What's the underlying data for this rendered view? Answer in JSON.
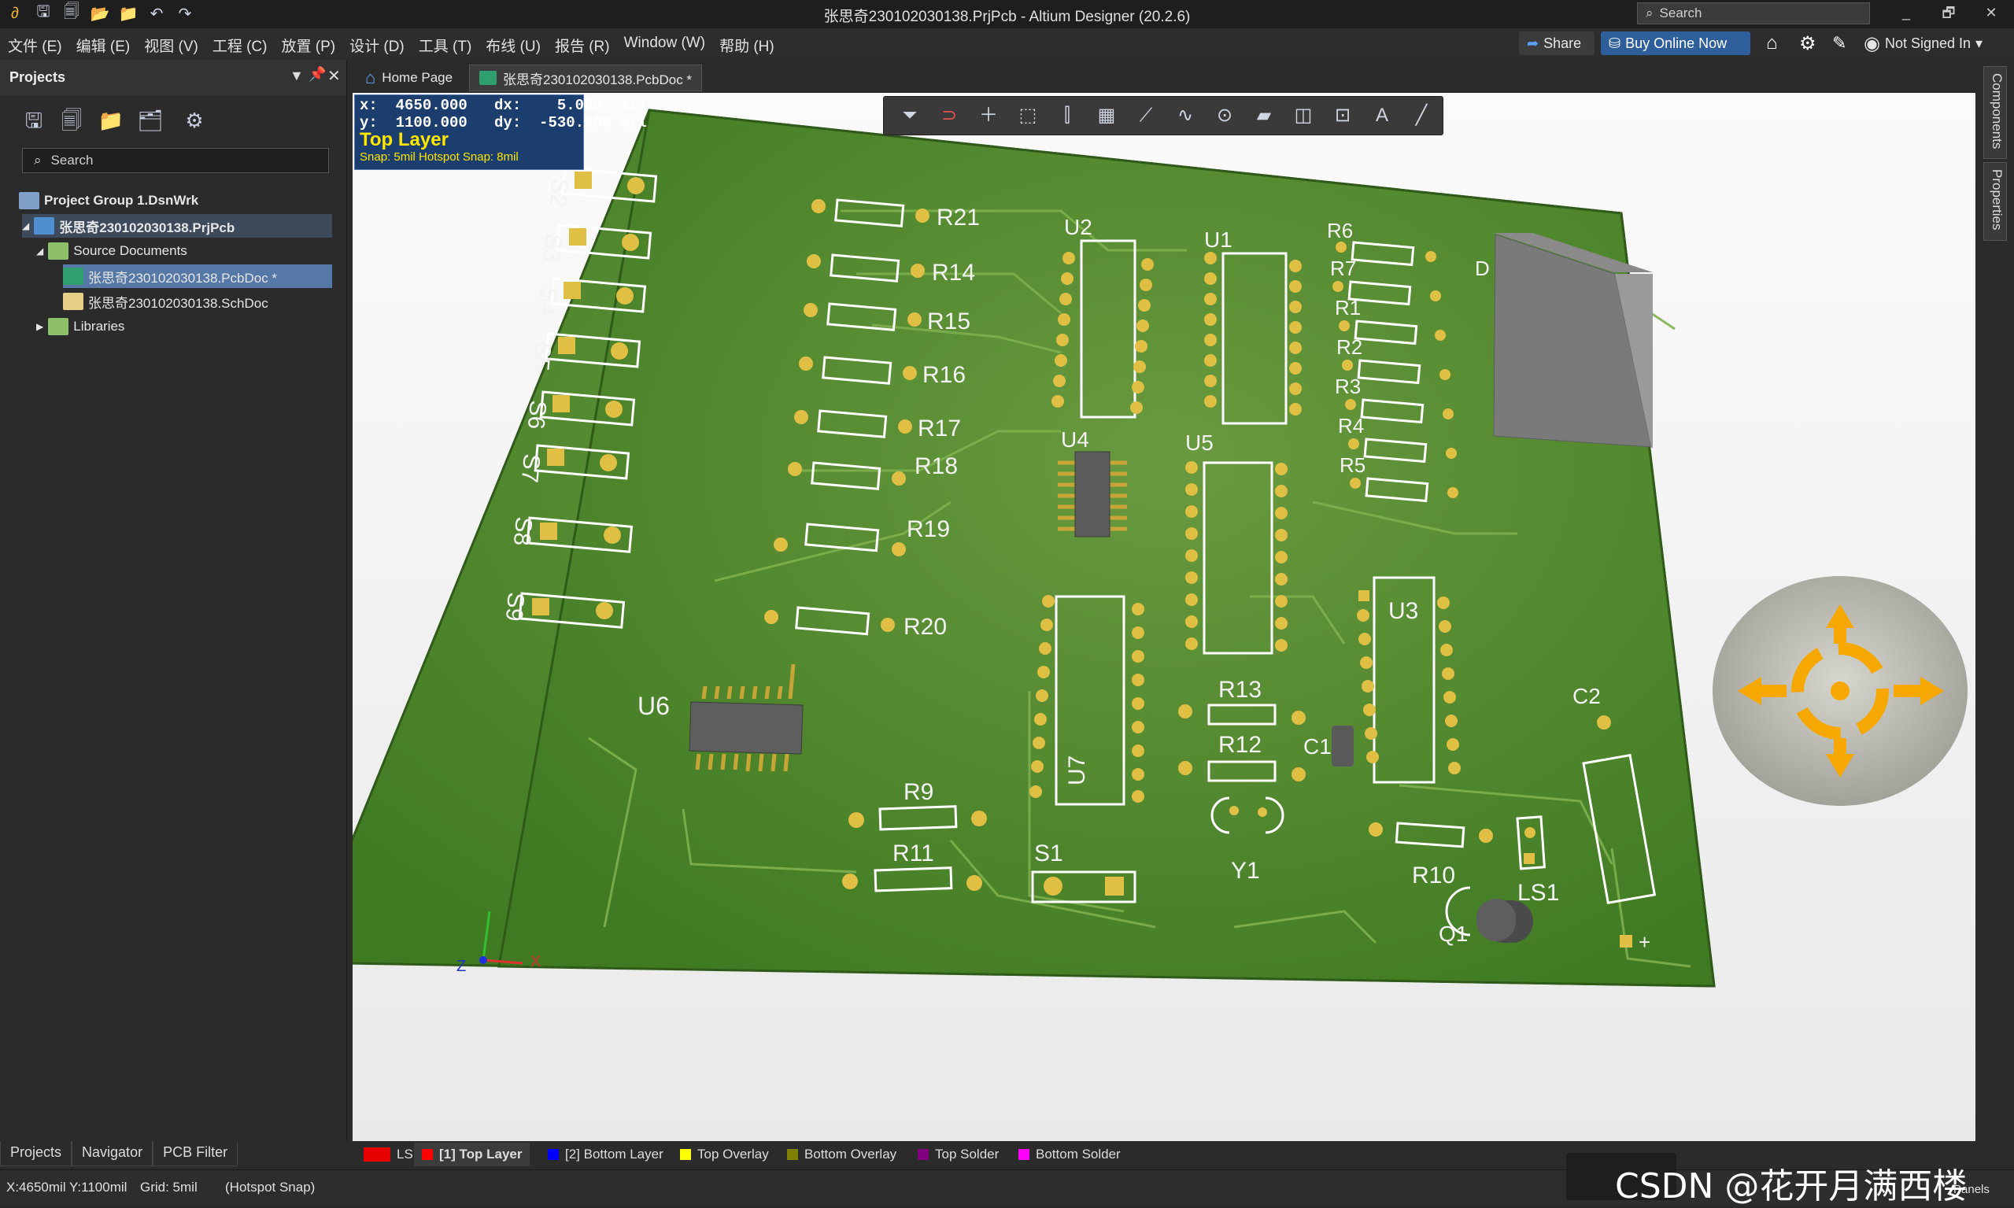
{
  "titlebar": {
    "title": "张思奇230102030138.PrjPcb - Altium Designer (20.2.6)",
    "search_placeholder": "Search",
    "quick_access": [
      "logo-icon",
      "save-icon",
      "save-all-icon",
      "open-icon",
      "open-project-icon",
      "undo-icon",
      "redo-icon"
    ]
  },
  "menu": {
    "items": [
      "文件 (E)",
      "编辑 (E)",
      "视图 (V)",
      "工程 (C)",
      "放置 (P)",
      "设计 (D)",
      "工具 (T)",
      "布线 (U)",
      "报告 (R)",
      "Window (W)",
      "帮助 (H)"
    ],
    "share_label": "Share",
    "buy_label": "Buy Online Now",
    "user_label": "Not Signed In"
  },
  "projects_panel": {
    "title": "Projects",
    "search_placeholder": "Search",
    "tree": {
      "group": "Project Group 1.DsnWrk",
      "project": "张思奇230102030138.PrjPcb",
      "source_folder": "Source Documents",
      "pcb_doc": "张思奇230102030138.PcbDoc *",
      "sch_doc": "张思奇230102030138.SchDoc",
      "libraries": "Libraries"
    },
    "bottom_tabs": [
      "Projects",
      "Navigator",
      "PCB Filter"
    ]
  },
  "doc_tabs": {
    "home": "Home Page",
    "pcb": "张思奇230102030138.PcbDoc *"
  },
  "coord_readout": {
    "x_line": "x:  4650.000   dx:    5.000  mil",
    "y_line": "y:  1100.000   dy:  -530.000 mil",
    "layer": "Top Layer",
    "snap": "Snap: 5mil Hotspot Snap: 8mil"
  },
  "float_toolbar": [
    "filter-icon",
    "route-icon",
    "crosshair-icon",
    "select-rect-icon",
    "align-icon",
    "component-icon",
    "interactive-route-icon",
    "diff-pair-icon",
    "via-icon",
    "polygon-icon",
    "rectangle-icon",
    "dimension-icon",
    "text-icon",
    "line-icon"
  ],
  "pcb_labels": {
    "switches": [
      "S2",
      "S3",
      "S4",
      "S5",
      "S6",
      "S7",
      "S8",
      "S9"
    ],
    "left_resistors": [
      "R21",
      "R14",
      "R15",
      "R16",
      "R17",
      "R18",
      "R19",
      "R20"
    ],
    "ics": [
      "U2",
      "U1",
      "U4",
      "U5",
      "U7",
      "U3",
      "U6"
    ],
    "right_resistors": [
      "R6",
      "R7",
      "R1",
      "R2",
      "R3",
      "R4",
      "R5"
    ],
    "others": [
      "R13",
      "R12",
      "C1",
      "Y1",
      "R9",
      "R11",
      "S1",
      "R10",
      "LS1",
      "Q1",
      "C2",
      "D",
      "+"
    ],
    "axis": [
      "Z",
      "X"
    ]
  },
  "sidebar_tabs": [
    "Components",
    "Properties"
  ],
  "layer_tabs": [
    {
      "label": "LS",
      "color": "#e80000"
    },
    {
      "label": "[1] Top Layer",
      "color": "#ff0000"
    },
    {
      "label": "[2] Bottom Layer",
      "color": "#0000ff"
    },
    {
      "label": "Top Overlay",
      "color": "#ffff00"
    },
    {
      "label": "Bottom Overlay",
      "color": "#808000"
    },
    {
      "label": "Top Solder",
      "color": "#800080"
    },
    {
      "label": "Bottom Solder",
      "color": "#ff00ff"
    }
  ],
  "status": {
    "position": "X:4650mil Y:1100mil",
    "grid": "Grid: 5mil",
    "snap": "(Hotspot Snap)",
    "panels": "Panels"
  },
  "watermark": "CSDN @花开月满西楼"
}
